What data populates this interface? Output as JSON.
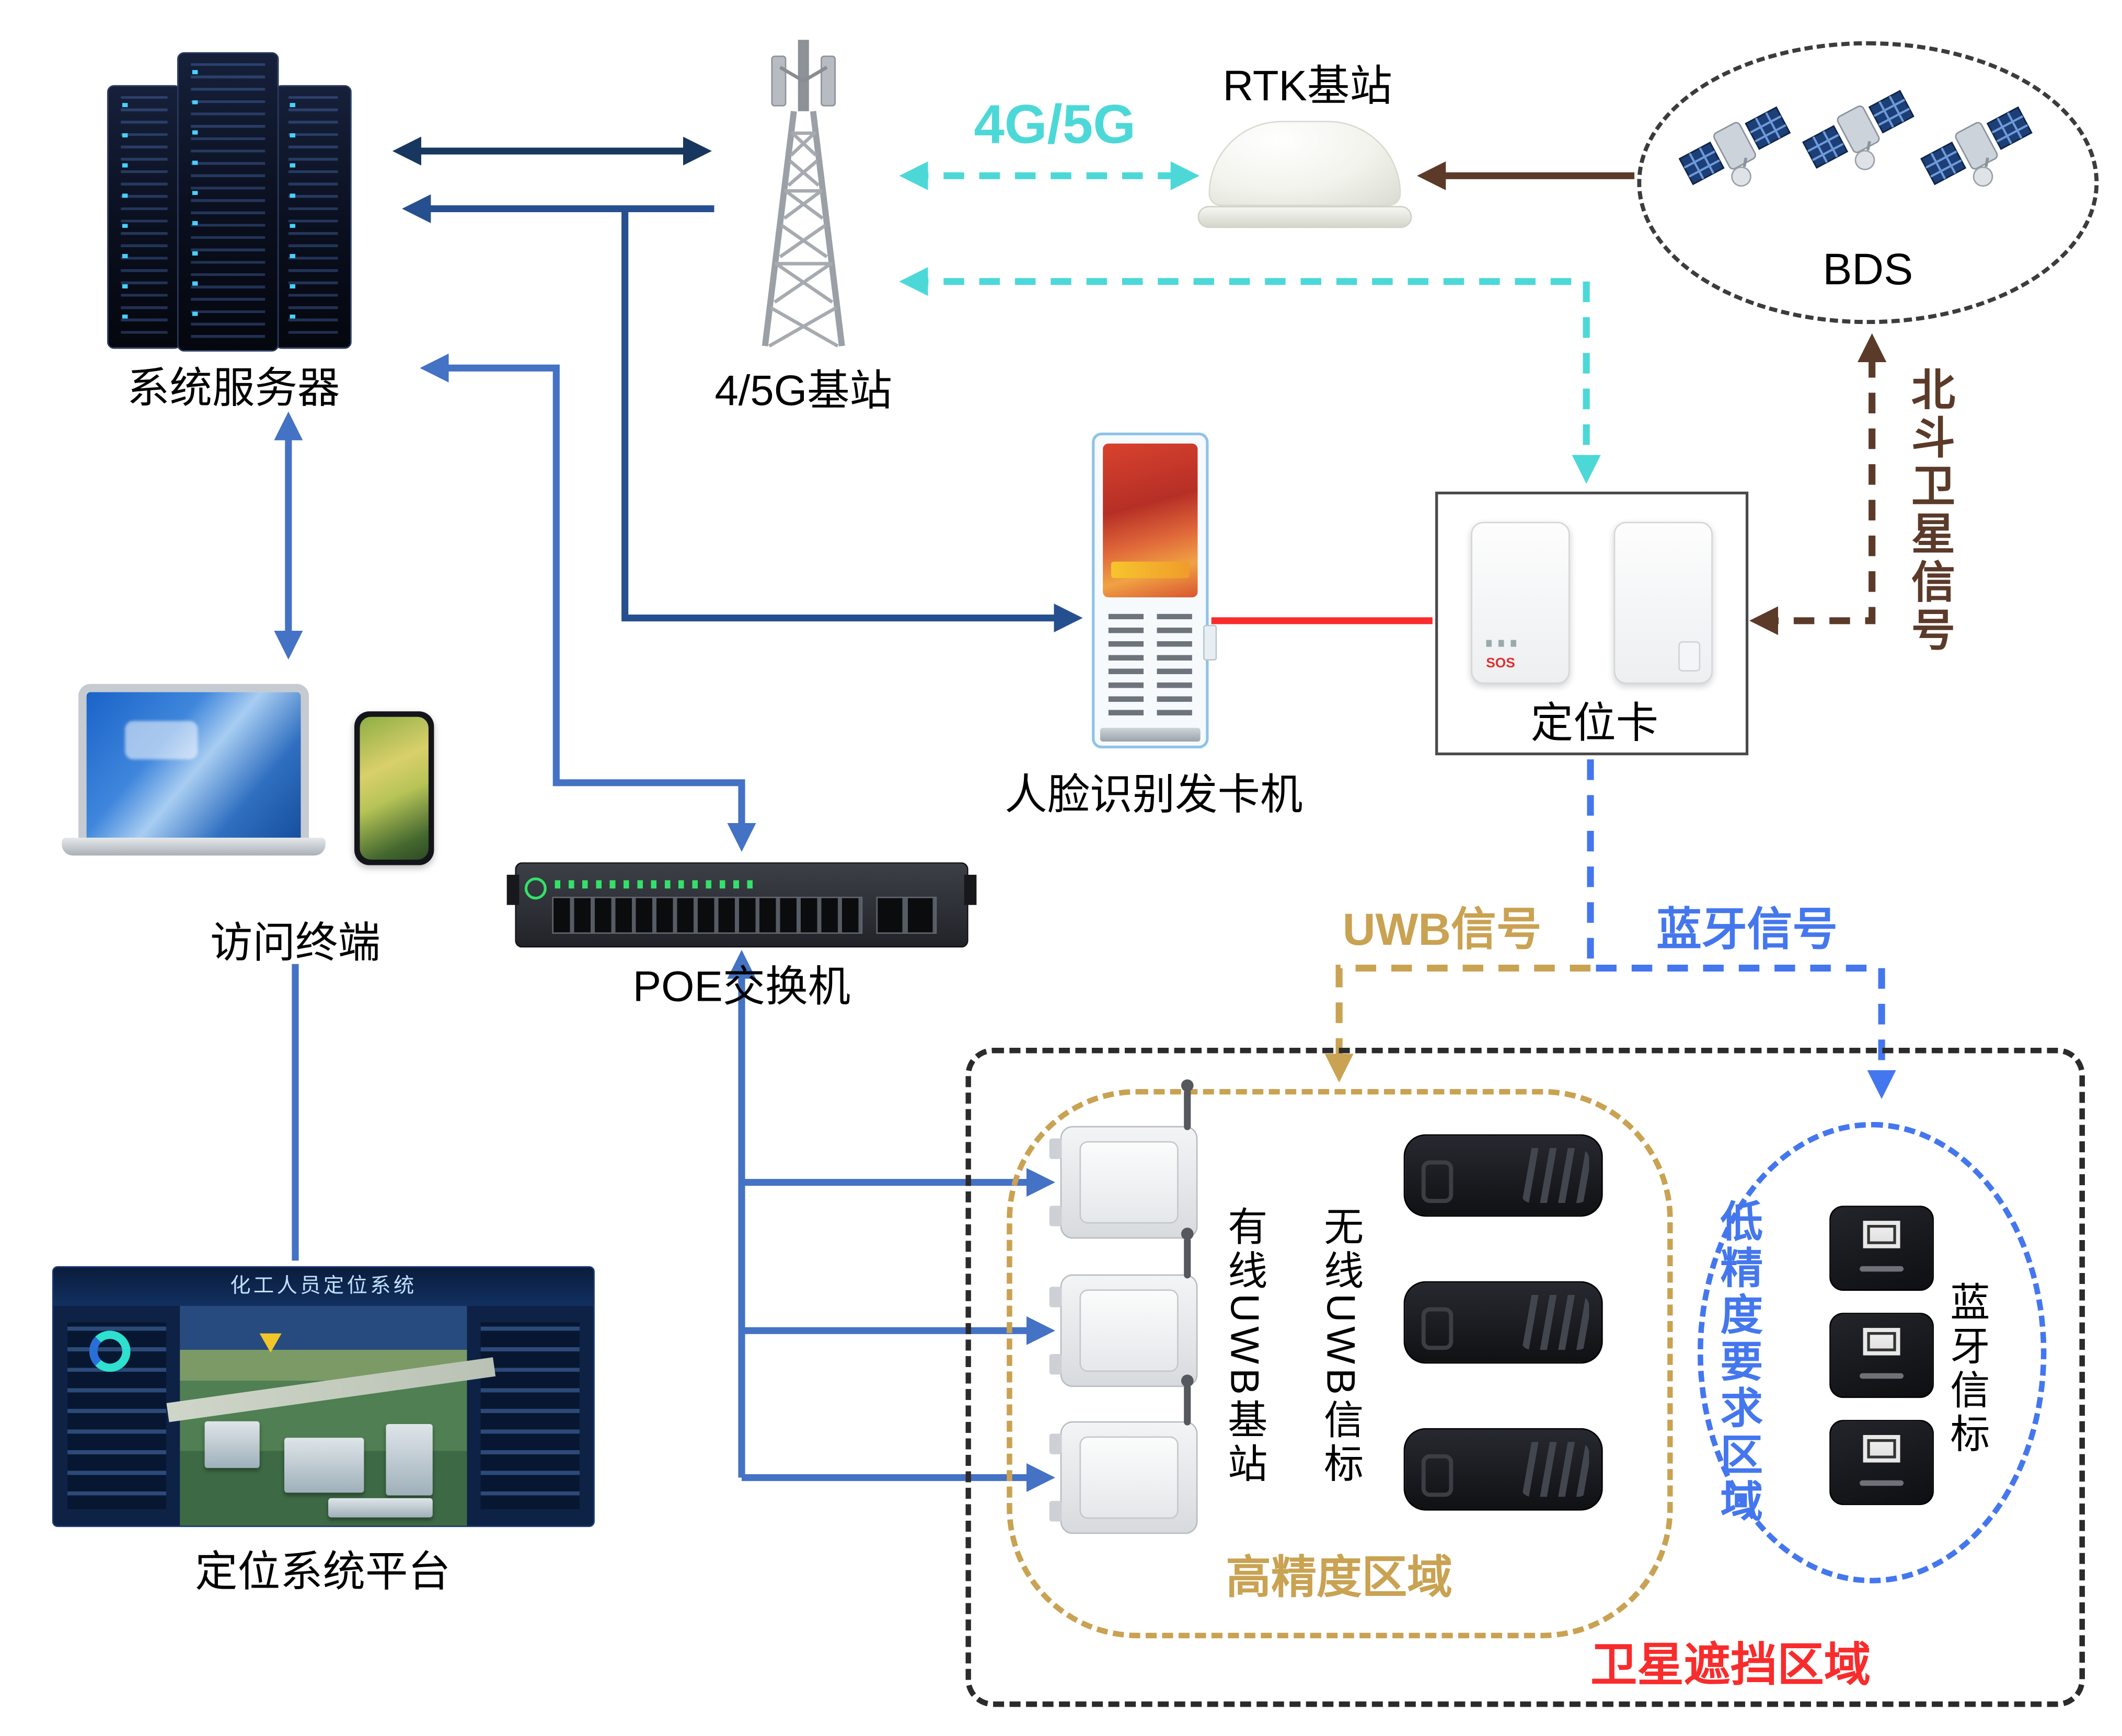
{
  "nodes": {
    "server": {
      "label": "系统服务器"
    },
    "tower": {
      "label": "4/5G基站"
    },
    "rtk": {
      "label": "RTK基站"
    },
    "bds": {
      "label": "BDS"
    },
    "kiosk": {
      "label": "人脸识别发卡机"
    },
    "card": {
      "label": "定位卡",
      "sos": "SOS"
    },
    "terminal": {
      "label": "访问终端"
    },
    "poe": {
      "label": "POE交换机"
    },
    "platform": {
      "label": "定位系统平台",
      "screen_title": "化工人员定位系统"
    },
    "uwb_station": {
      "label": "有线UWB基站"
    },
    "uwb_beacon": {
      "label": "无线UWB信标"
    },
    "bt_beacon": {
      "label": "蓝牙信标"
    }
  },
  "links": {
    "g45": "4G/5G",
    "beidou": "北斗卫星信号",
    "uwb_signal": "UWB信号",
    "bt_signal": "蓝牙信号"
  },
  "regions": {
    "blocked": "卫星遮挡区域",
    "high_precision": "高精度区域",
    "low_precision": "低精度要求区域"
  },
  "colors": {
    "navy_arrow": "#17375E",
    "blue_arrow": "#4472C4",
    "cyan_signal": "#4DD8D8",
    "red_link": "#F82C2C",
    "brown_satellite": "#5B3A29",
    "tan_uwb": "#C9A252",
    "blue_bluetooth": "#4477EE",
    "region_blocked_label": "#F82C2C"
  }
}
